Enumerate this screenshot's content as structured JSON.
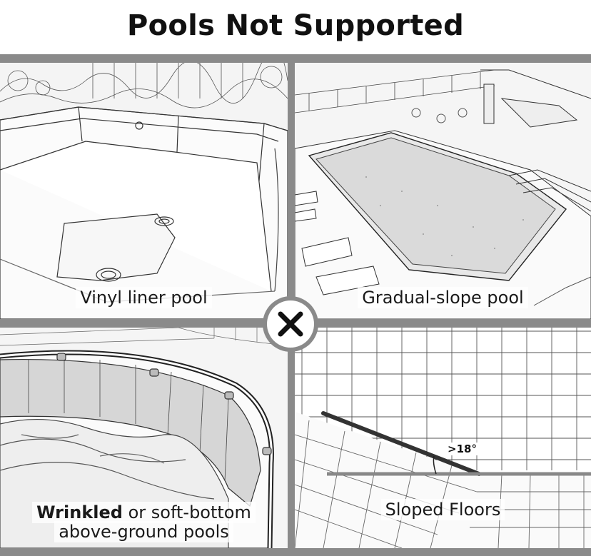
{
  "title": "Pools Not Supported",
  "panels": {
    "vinyl": {
      "caption": "Vinyl liner pool",
      "icon": "vinyl-liner-pool-illustration"
    },
    "gradual": {
      "caption": "Gradual-slope pool",
      "icon": "gradual-slope-pool-illustration"
    },
    "wrinkled": {
      "caption_bold": "Wrinkled",
      "caption_rest": " or soft-bottom",
      "caption_line2": "above-ground pools",
      "icon": "above-ground-pool-illustration"
    },
    "sloped": {
      "caption": "Sloped Floors",
      "angle": ">18°",
      "icon": "sloped-floor-illustration"
    }
  },
  "badge": {
    "icon": "x-icon"
  },
  "colors": {
    "frame": "#8a8a8a",
    "ink": "#111111",
    "background": "#ffffff"
  }
}
